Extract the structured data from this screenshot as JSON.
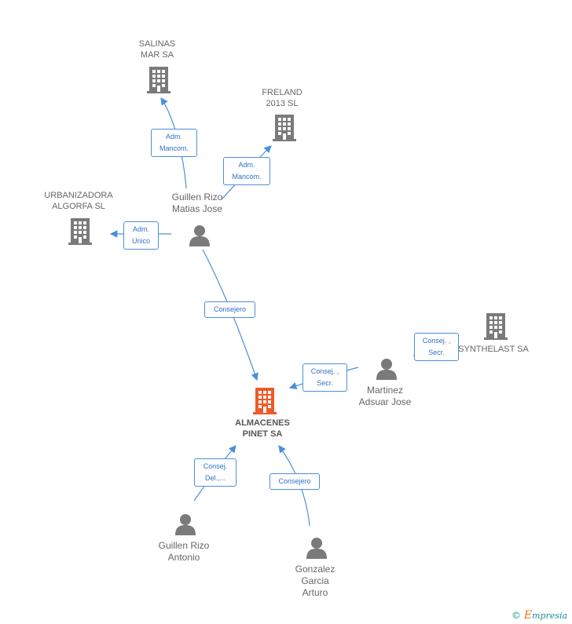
{
  "diagram": {
    "center": {
      "name": "ALMACENES\nPINET SA",
      "color": "#f05a28"
    },
    "nodes": {
      "salinas": "SALINAS\nMAR SA",
      "freland": "FRELAND\n2013 SL",
      "urbanizadora": "URBANIZADORA\nALGORFA  SL",
      "synthelast": "SYNTHELAST SA",
      "guillen_matias": "Guillen Rizo\nMatias Jose",
      "martinez": "Martinez\nAdsuar Jose",
      "guillen_antonio": "Guillen Rizo\nAntonio",
      "gonzalez": "Gonzalez\nGarcia\nArturo"
    },
    "relations": {
      "adm_mancom_salinas": "Adm.\nMancom.",
      "adm_mancom_freland": "Adm.\nMancom.",
      "adm_unico": "Adm.\nUnico",
      "consejero_main": "Consejero",
      "consej_secr_synthelast": "Consej. ,\nSecr.",
      "consej_secr_main": "Consej. ,\nSecr.",
      "consej_del": "Consej.\nDel.,...",
      "consejero_gonzalez": "Consejero"
    },
    "colors": {
      "company": "#7a7a7a",
      "person": "#7a7a7a",
      "edge": "#4a90d9",
      "label": "#2f72c4"
    }
  },
  "footer": {
    "copyright": "©",
    "brand_e": "E",
    "brand_rest": "mpresia"
  }
}
